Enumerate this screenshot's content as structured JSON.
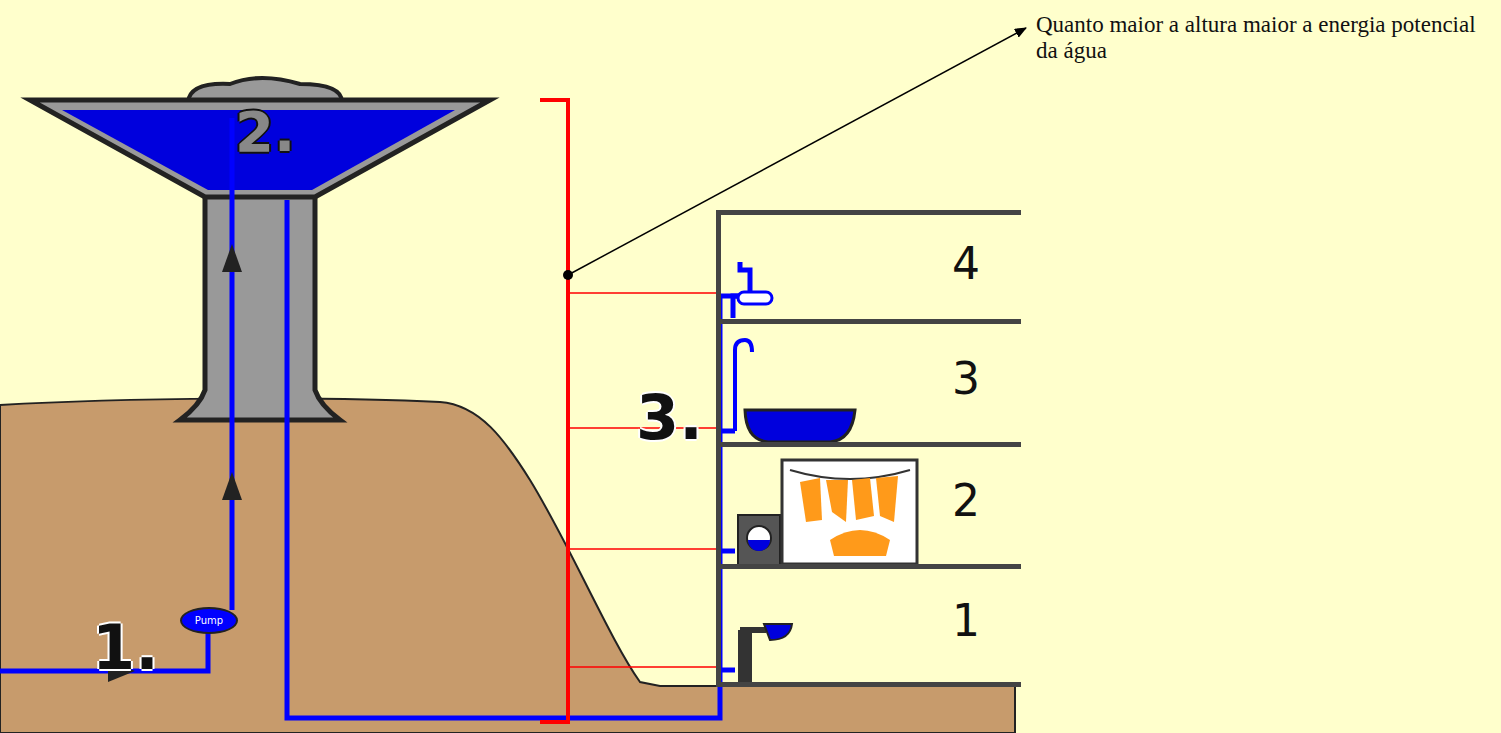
{
  "diagram": {
    "nodes": [
      {
        "text": [
          "4"
        ]
      },
      {
        "text": [
          "3"
        ]
      },
      {
        "text": [
          "2"
        ]
      },
      {
        "text": [
          "1"
        ]
      },
      {
        "text": [
          "Pump"
        ]
      }
    ],
    "labels": [
      "Quanto maior a altura maior a energia potencial da água",
      "1.",
      "2.",
      "3."
    ]
  }
}
